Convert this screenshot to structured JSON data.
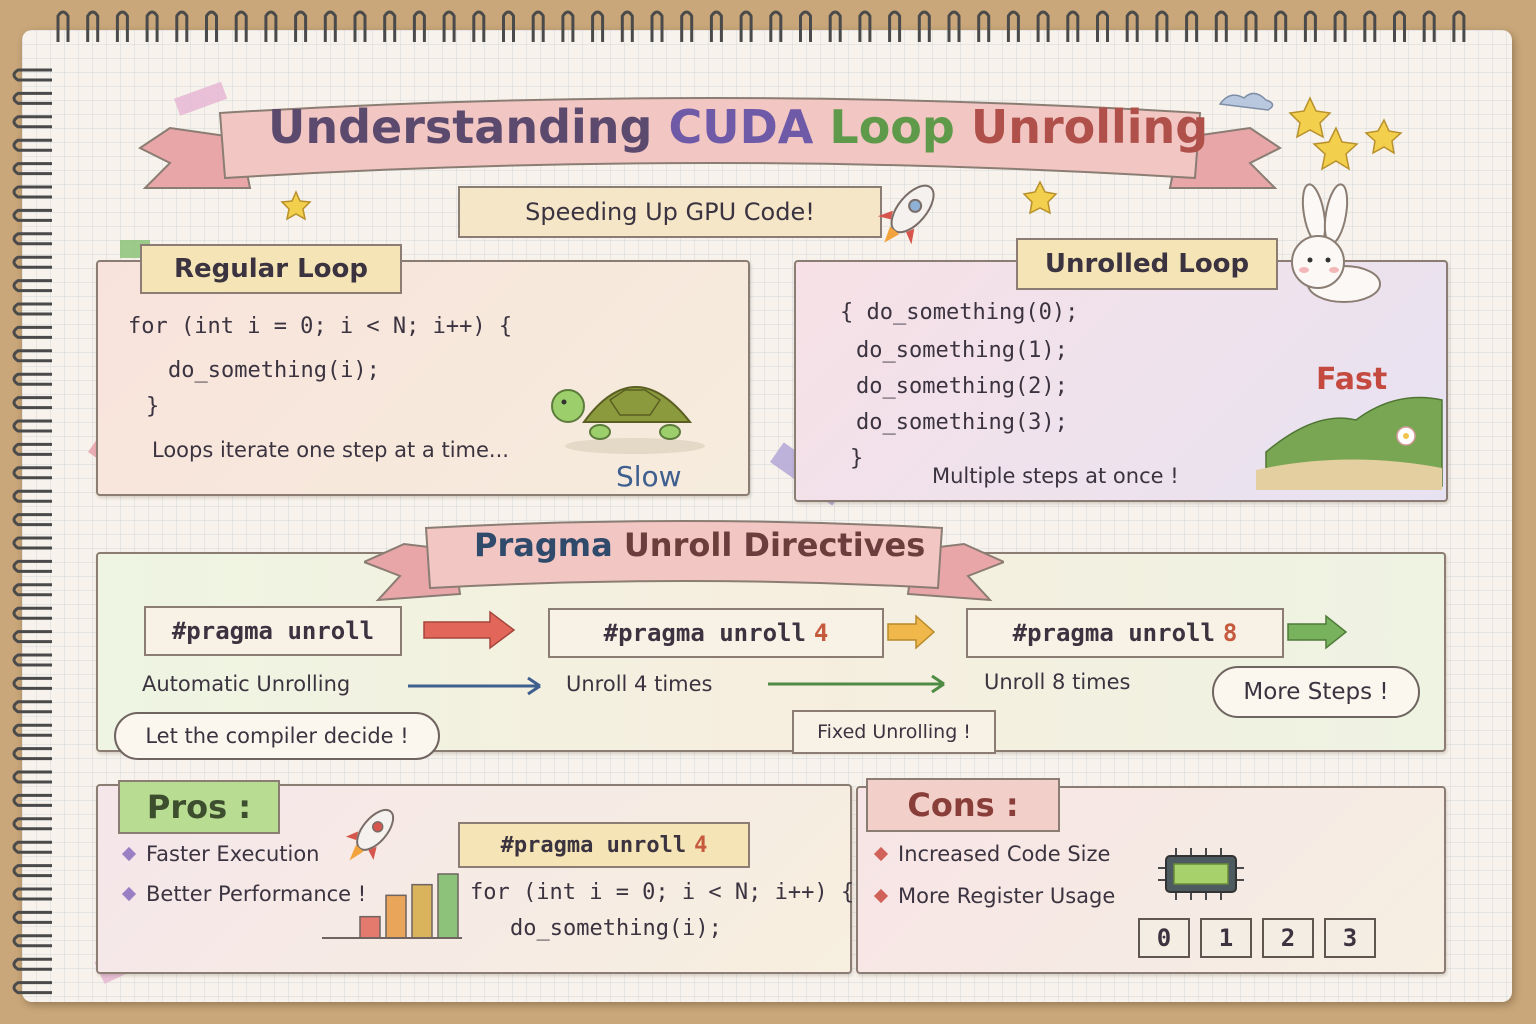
{
  "title": {
    "part1": "Understanding",
    "part2": "CUDA",
    "part3": "Loop",
    "part4": "Unrolling",
    "colors": {
      "part1": "#5b4a6e",
      "part2": "#6f5aa8",
      "part3": "#5e9a4a",
      "part4": "#b0504a"
    }
  },
  "subtitle": "Speeding Up GPU Code!",
  "regular_loop": {
    "heading": "Regular Loop",
    "code": [
      "for (int i = 0; i < N; i++) {",
      "do_something(i);",
      "}"
    ],
    "note": "Loops iterate one step at a time...",
    "speed_label": "Slow"
  },
  "unrolled_loop": {
    "heading": "Unrolled Loop",
    "code": [
      "{ do_something(0);",
      "do_something(1);",
      "do_something(2);",
      "do_something(3);",
      "}"
    ],
    "note": "Multiple steps at once !",
    "speed_label": "Fast"
  },
  "pragma": {
    "heading_part1": "Pragma",
    "heading_part2": "Unroll Directives",
    "directives": [
      {
        "text": "#pragma unroll",
        "num": "",
        "desc": "Automatic Unrolling"
      },
      {
        "text": "#pragma unroll",
        "num": "4",
        "desc": "Unroll 4 times"
      },
      {
        "text": "#pragma unroll",
        "num": "8",
        "desc": "Unroll 8 times"
      }
    ],
    "badge_compiler": "Let the compiler decide !",
    "badge_fixed": "Fixed Unrolling !",
    "badge_more": "More Steps !"
  },
  "pros": {
    "heading": "Pros :",
    "items": [
      "Faster Execution",
      "Better Performance !"
    ],
    "code_label": "#pragma unroll",
    "code_num": "4",
    "code": [
      "for (int i = 0; i < N; i++) {",
      "do_something(i);"
    ],
    "bullet_color": "#9a7fc4",
    "bar_values": [
      1,
      2,
      2.5,
      3
    ]
  },
  "cons": {
    "heading": "Cons :",
    "items": [
      "Increased Code Size",
      "More Register Usage"
    ],
    "bullet_color": "#d0625a",
    "registers": [
      "0",
      "1",
      "2",
      "3"
    ]
  },
  "icons": [
    "rocket-icon",
    "star-icon",
    "turtle-icon",
    "bunny-icon",
    "chip-icon",
    "bar-chart-icon",
    "arrow-icon",
    "cloud-icon"
  ]
}
